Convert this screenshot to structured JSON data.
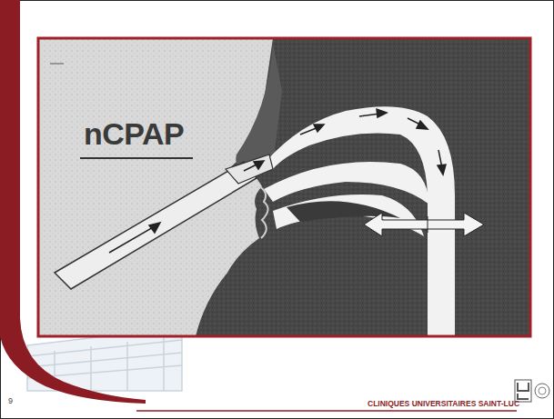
{
  "diagram": {
    "labels": [
      "nCPAP",
      "9",
      "CLINIQUES UNIVERSITAIRES SAINT-LUC"
    ]
  }
}
